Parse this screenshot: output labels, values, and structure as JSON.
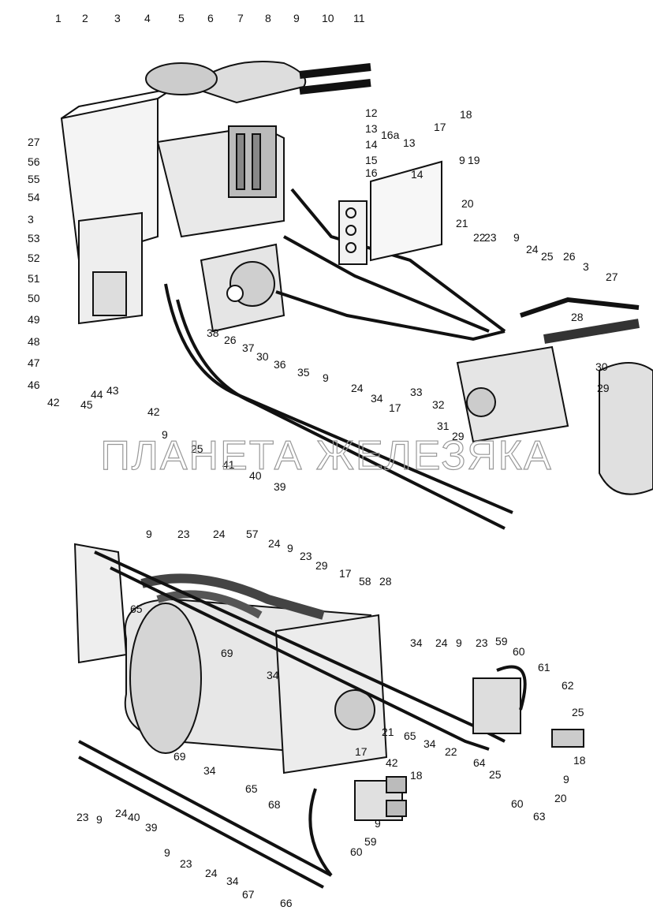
{
  "watermark": "ПЛАНЕТА ЖЕЛЕЗЯКА",
  "top_view": {
    "callouts": [
      "1",
      "2",
      "3",
      "4",
      "5",
      "6",
      "7",
      "8",
      "9",
      "10",
      "11",
      "12",
      "13",
      "14",
      "15",
      "16",
      "16a",
      "13",
      "14",
      "17",
      "18",
      "9",
      "19",
      "20",
      "21",
      "22",
      "23",
      "9",
      "24",
      "25",
      "26",
      "3",
      "27",
      "28",
      "27",
      "56",
      "55",
      "54",
      "3",
      "53",
      "52",
      "51",
      "50",
      "49",
      "48",
      "47",
      "46",
      "42",
      "45",
      "44",
      "43",
      "42",
      "9",
      "25",
      "41",
      "40",
      "39",
      "38",
      "26",
      "37",
      "30",
      "36",
      "35",
      "9",
      "24",
      "34",
      "17",
      "33",
      "32",
      "31",
      "29",
      "30",
      "29"
    ]
  },
  "bottom_view": {
    "callouts": [
      "9",
      "23",
      "24",
      "57",
      "24",
      "9",
      "23",
      "29",
      "17",
      "58",
      "28",
      "65",
      "69",
      "34",
      "34",
      "24",
      "9",
      "23",
      "59",
      "60",
      "61",
      "62",
      "25",
      "21",
      "65",
      "34",
      "22",
      "64",
      "18",
      "9",
      "20",
      "63",
      "60",
      "25",
      "69",
      "34",
      "23",
      "9",
      "24",
      "40",
      "39",
      "65",
      "9",
      "23",
      "24",
      "34",
      "67",
      "66",
      "68",
      "17",
      "42",
      "18",
      "9",
      "59",
      "60"
    ]
  }
}
